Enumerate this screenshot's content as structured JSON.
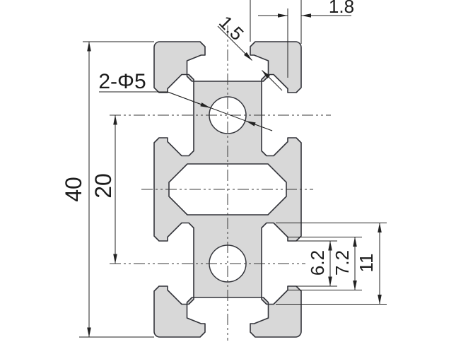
{
  "drawing": {
    "type": "technical-cross-section",
    "subject": "2040 aluminium extrusion profile cross-section",
    "labels": {
      "overall_height": "40",
      "hole_pitch": "20",
      "holes_callout": "2-Φ5",
      "lip_thickness": "1.5",
      "wall_thickness": "1.8",
      "slot_opening": "6.2",
      "slot_throat": "7.2",
      "slot_cavity": "11"
    },
    "colors": {
      "profile_fill": "#d8d8d8",
      "outline": "#33343a",
      "dimension_lines": "#222222",
      "background": "#ffffff"
    }
  }
}
